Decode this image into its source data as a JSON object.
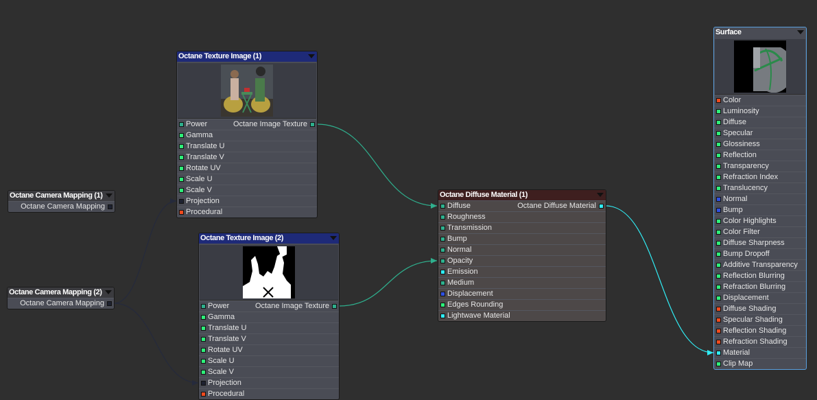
{
  "colors": {
    "teal": "#2fb08e",
    "green": "#2ef07a",
    "dark": "#1e2230",
    "red": "#f04a1e",
    "blue": "#3050e0",
    "cyan": "#30ecf4"
  },
  "nodes": [
    {
      "id": "cam1",
      "title": "Octane Camera Mapping (1)",
      "header_color": "#3b3b3f",
      "output": "Octane Camera Mapping",
      "output_port": "dark",
      "inputs": []
    },
    {
      "id": "cam2",
      "title": "Octane Camera Mapping (2)",
      "header_color": "#3b3b3f",
      "output": "Octane Camera Mapping",
      "output_port": "dark",
      "inputs": []
    },
    {
      "id": "tex1",
      "title": "Octane Texture Image (1)",
      "header_color": "#1e2a78",
      "output": "Octane Image Texture",
      "output_port": "teal",
      "preview": "photo",
      "inputs": [
        {
          "label": "Power",
          "port": "teal"
        },
        {
          "label": "Gamma",
          "port": "green"
        },
        {
          "label": "Translate U",
          "port": "green"
        },
        {
          "label": "Translate V",
          "port": "green"
        },
        {
          "label": "Rotate UV",
          "port": "green"
        },
        {
          "label": "Scale U",
          "port": "green"
        },
        {
          "label": "Scale V",
          "port": "green"
        },
        {
          "label": "Projection",
          "port": "dark"
        },
        {
          "label": "Procedural",
          "port": "red"
        }
      ]
    },
    {
      "id": "tex2",
      "title": "Octane Texture Image (2)",
      "header_color": "#1e2a78",
      "output": "Octane Image Texture",
      "output_port": "teal",
      "preview": "mask",
      "inputs": [
        {
          "label": "Power",
          "port": "teal"
        },
        {
          "label": "Gamma",
          "port": "green"
        },
        {
          "label": "Translate U",
          "port": "green"
        },
        {
          "label": "Translate V",
          "port": "green"
        },
        {
          "label": "Rotate UV",
          "port": "green"
        },
        {
          "label": "Scale U",
          "port": "green"
        },
        {
          "label": "Scale V",
          "port": "green"
        },
        {
          "label": "Projection",
          "port": "dark"
        },
        {
          "label": "Procedural",
          "port": "red"
        }
      ]
    },
    {
      "id": "diff",
      "title": "Octane Diffuse Material (1)",
      "header_color": "#3e1f1f",
      "output": "Octane Diffuse Material",
      "output_port": "cyan",
      "inputs": [
        {
          "label": "Diffuse",
          "port": "teal"
        },
        {
          "label": "Roughness",
          "port": "teal"
        },
        {
          "label": "Transmission",
          "port": "teal"
        },
        {
          "label": "Bump",
          "port": "teal"
        },
        {
          "label": "Normal",
          "port": "teal"
        },
        {
          "label": "Opacity",
          "port": "teal"
        },
        {
          "label": "Emission",
          "port": "cyan"
        },
        {
          "label": "Medium",
          "port": "teal"
        },
        {
          "label": "Displacement",
          "port": "blue"
        },
        {
          "label": "Edges Rounding",
          "port": "green"
        },
        {
          "label": "Lightwave Material",
          "port": "cyan"
        }
      ]
    },
    {
      "id": "surf",
      "title": "Surface",
      "header_color": "#4a4c55",
      "preview": "sphere",
      "inputs": [
        {
          "label": "Color",
          "port": "red"
        },
        {
          "label": "Luminosity",
          "port": "green"
        },
        {
          "label": "Diffuse",
          "port": "green"
        },
        {
          "label": "Specular",
          "port": "green"
        },
        {
          "label": "Glossiness",
          "port": "green"
        },
        {
          "label": "Reflection",
          "port": "green"
        },
        {
          "label": "Transparency",
          "port": "green"
        },
        {
          "label": "Refraction Index",
          "port": "green"
        },
        {
          "label": "Translucency",
          "port": "green"
        },
        {
          "label": "Normal",
          "port": "blue"
        },
        {
          "label": "Bump",
          "port": "blue"
        },
        {
          "label": "Color Highlights",
          "port": "green"
        },
        {
          "label": "Color Filter",
          "port": "green"
        },
        {
          "label": "Diffuse Sharpness",
          "port": "green"
        },
        {
          "label": "Bump Dropoff",
          "port": "green"
        },
        {
          "label": "Additive Transparency",
          "port": "green"
        },
        {
          "label": "Reflection Blurring",
          "port": "green"
        },
        {
          "label": "Refraction Blurring",
          "port": "green"
        },
        {
          "label": "Displacement",
          "port": "green"
        },
        {
          "label": "Diffuse Shading",
          "port": "red"
        },
        {
          "label": "Specular Shading",
          "port": "red"
        },
        {
          "label": "Reflection Shading",
          "port": "red"
        },
        {
          "label": "Refraction Shading",
          "port": "red"
        },
        {
          "label": "Material",
          "port": "cyan"
        },
        {
          "label": "Clip Map",
          "port": "green"
        }
      ]
    }
  ]
}
